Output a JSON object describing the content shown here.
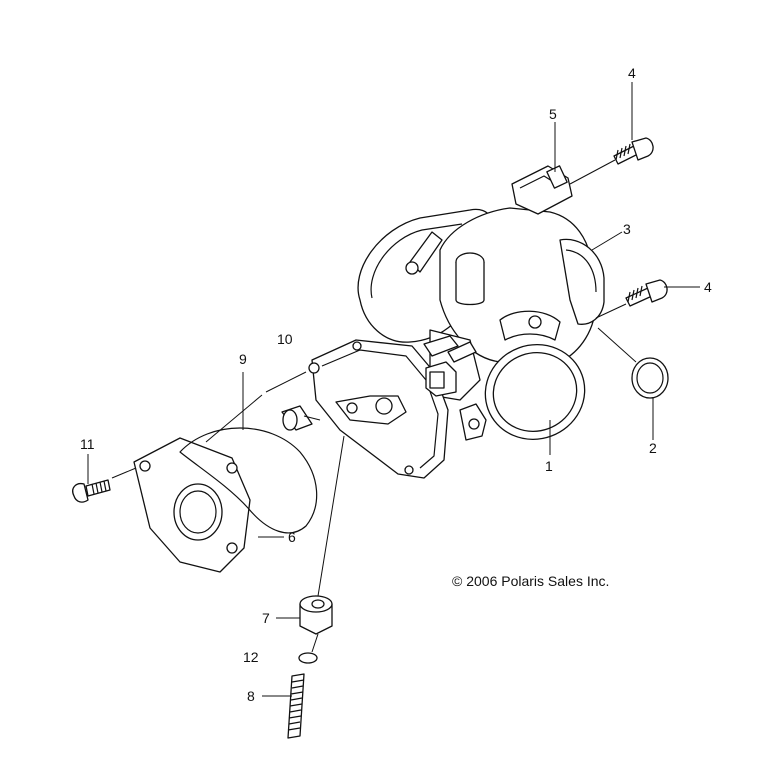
{
  "callouts": {
    "c1": "1",
    "c2": "2",
    "c3": "3",
    "c4a": "4",
    "c4b": "4",
    "c5": "5",
    "c6": "6",
    "c7": "7",
    "c8": "8",
    "c9": "9",
    "c10": "10",
    "c11": "11",
    "c12": "12"
  },
  "copyright": "© 2006 Polaris Sales Inc."
}
